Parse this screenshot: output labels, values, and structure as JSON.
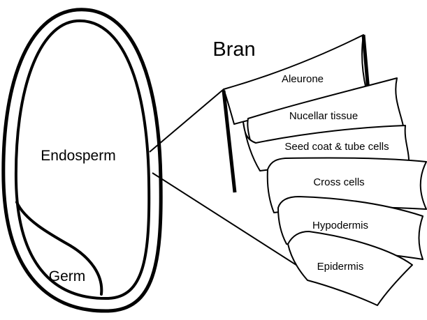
{
  "labels": {
    "endosperm": "Endosperm",
    "germ": "Germ",
    "bran": "Bran"
  },
  "layers": [
    "Aleurone",
    "Nucellar tissue",
    "Seed coat & tube cells",
    "Cross cells",
    "Hypodermis",
    "Epidermis"
  ],
  "colors": {
    "stroke": "#000000",
    "fill": "#ffffff"
  }
}
